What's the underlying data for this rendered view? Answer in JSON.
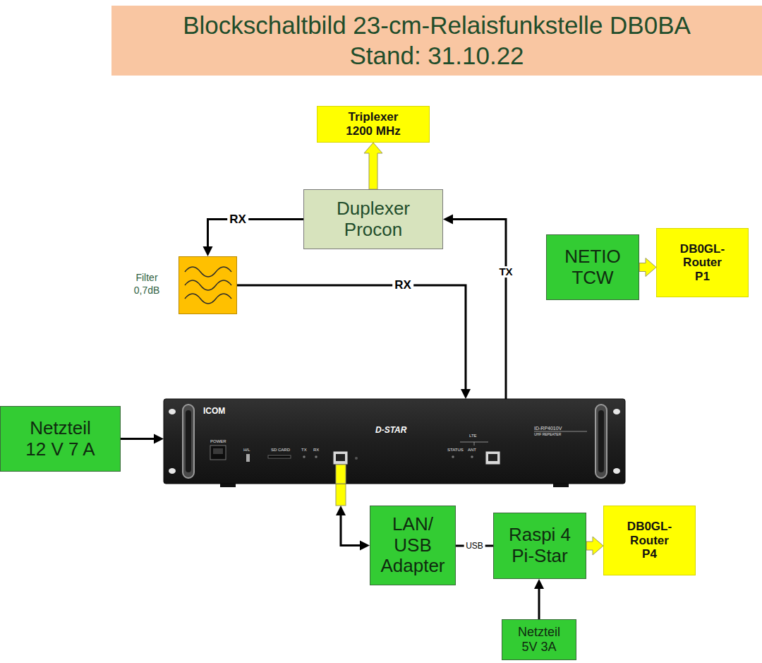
{
  "diagram": {
    "title": "Blockschaltbild 23-cm-Relaisfunkstelle DB0BA",
    "nodes": [
      {
        "text": [
          "Triplexer 1200 MHz"
        ]
      },
      {
        "text": [
          "Duplexer Procon"
        ]
      },
      {
        "text": [
          "NETIO TCW"
        ]
      },
      {
        "text": [
          "DB0GL-Router P1"
        ]
      },
      {
        "text": [
          "Filter 0,7dB"
        ]
      },
      {
        "text": [
          "Netzteil 12 V 7 A"
        ]
      },
      {
        "text": [
          "ICOM",
          "POWER",
          "H/L",
          "SD CARD",
          "TX",
          "RX",
          "D-STAR",
          "LTE",
          "STATUS",
          "ANT",
          "ID-RP4010V",
          "UHF REPEATER"
        ]
      },
      {
        "text": [
          "LAN/ USB Adapter"
        ]
      },
      {
        "text": [
          "Raspi 4 Pi-Star"
        ]
      },
      {
        "text": [
          "DB0GL-Router P4"
        ]
      },
      {
        "text": [
          "Netzteil 5V 3A"
        ]
      }
    ],
    "edges": [
      {
        "from": 1,
        "to": 0,
        "arrow": "to"
      },
      {
        "from": 1,
        "to": 4,
        "label": "RX",
        "arrow": "to"
      },
      {
        "from": 4,
        "to": 6,
        "label": "RX",
        "arrow": "to"
      },
      {
        "from": 6,
        "to": 1,
        "label": "TX",
        "arrow": "to"
      },
      {
        "from": 2,
        "to": 3,
        "arrow": "to"
      },
      {
        "from": 5,
        "to": 6,
        "arrow": "to"
      },
      {
        "from": 6,
        "to": 7,
        "arrow": "both"
      },
      {
        "from": 7,
        "to": 8,
        "label": "USB",
        "arrow": "none"
      },
      {
        "from": 8,
        "to": 9,
        "arrow": "to"
      },
      {
        "from": 10,
        "to": 8,
        "arrow": "to"
      }
    ],
    "labels": [
      "Stand: 31.10.22"
    ]
  }
}
